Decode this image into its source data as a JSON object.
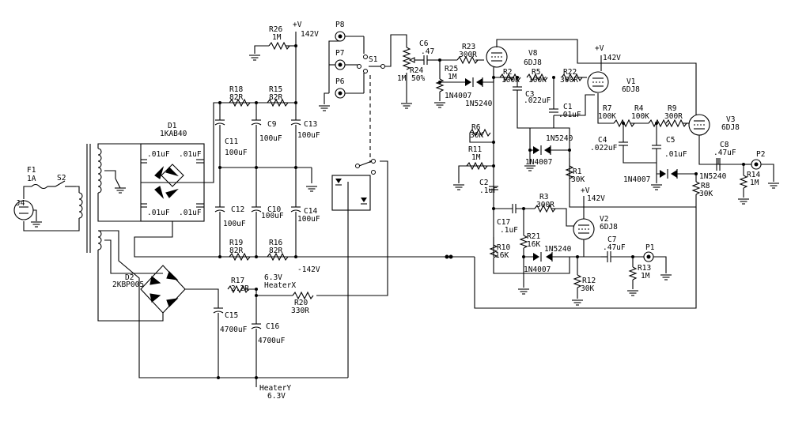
{
  "labels": {
    "f1": "F1",
    "f1_val": "1A",
    "s2": "S2",
    "j4": "J4",
    "d1": "D1",
    "d1_val": "1KAB40",
    "c_d1_a": ".01uF",
    "c_d1_b": ".01uF",
    "c_d1_c": ".01uF",
    "c_d1_d": ".01uF",
    "d2": "D2",
    "d2_val": "2KBP005",
    "r18": "R18",
    "r18_val": "82R",
    "r15": "R15",
    "r15_val": "82R",
    "r19": "R19",
    "r19_val": "82R",
    "r16": "R16",
    "r16_val": "82R",
    "c11": "C11",
    "c11_val": "100uF",
    "c9": "C9",
    "c9_val": "100uF",
    "c13": "C13",
    "c13_val": "100uF",
    "c12": "C12",
    "c12_val": "100uF",
    "c10": "C10",
    "c10_val": "100uF",
    "c14": "C14",
    "c14_val": "100uF",
    "r26": "R26",
    "r26_val": "1M",
    "pos_v_top": "+V",
    "v142_top": "142V",
    "neg142": "-142V",
    "r17": "R17",
    "r17_val": "2.2R",
    "r20": "R20",
    "r20_val": "330R",
    "c15": "C15",
    "c15_val": "4700uF",
    "c16": "C16",
    "c16_val": "4700uF",
    "heaterx_v": "6.3V",
    "heaterx": "HeaterX",
    "heatery": "HeaterY",
    "heatery_v": "6.3V",
    "p8": "P8",
    "p7": "P7",
    "p6": "P6",
    "s1": "S1",
    "c6": "C6",
    "c6_val": ".47",
    "r24": "R24",
    "r24_val": "1M",
    "r24_pct": "50%",
    "r23": "R23",
    "r23_val": "300R",
    "r25": "R25",
    "r25_val": "1M",
    "d_1n4007_a": "1N4007",
    "d_1n5240_a": "1N5240",
    "v8": "V8",
    "v8_val": "6DJ8",
    "r2": "R2",
    "r2_val": "100K",
    "r5": "R5",
    "r5_val": "100K",
    "r22": "R22",
    "r22_val": "300R",
    "pos_v_mid": "+V",
    "v142_mid": "142V",
    "v1": "V1",
    "v1_val": "6DJ8",
    "c3": "C3",
    "c3_val": ".022uF",
    "c1": "C1",
    "c1_val": ".01uF",
    "r7": "R7",
    "r7_val": "100K",
    "r4": "R4",
    "r4_val": "100K",
    "r9": "R9",
    "r9_val": "300R",
    "v3": "V3",
    "v3_val": "6DJ8",
    "r6": "R6",
    "r6_val": "30K",
    "r11": "R11",
    "r11_val": "1M",
    "d_1n5240_b": "1N5240",
    "d_1n4007_b": "1N4007",
    "c4": "C4",
    "c4_val": ".022uF",
    "c5": "C5",
    "c5_val": ".01uF",
    "c8": "C8",
    "c8_val": ".47uF",
    "p2": "P2",
    "r14": "R14",
    "r14_val": "1M",
    "d_1n4007_c": "1N4007",
    "d_1n5240_c": "1N5240",
    "r1": "R1",
    "r1_val": "30K",
    "r8": "R8",
    "r8_val": "30K",
    "c2": "C2",
    "c2_val": ".1uF",
    "pos_v_low": "+V",
    "v142_low": "142V",
    "r3": "R3",
    "r3_val": "300R",
    "v2": "V2",
    "v2_val": "6DJ8",
    "c17": "C17",
    "c17_val": ".1uF",
    "r21": "R21",
    "r21_val": "16K",
    "d_1n5240_d": "1N5240",
    "d_1n4007_d": "1N4007",
    "c7": "C7",
    "c7_val": ".47uF",
    "p1": "P1",
    "r13": "R13",
    "r13_val": "1M",
    "r10": "R10",
    "r10_val": "16K",
    "r12": "R12",
    "r12_val": "30K"
  }
}
